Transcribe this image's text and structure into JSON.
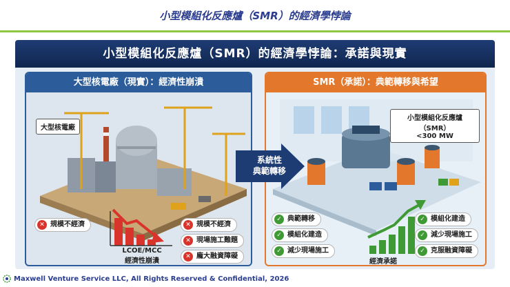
{
  "page_title": "小型模組化反應爐（SMR）的經濟學悖論",
  "banner_title": "小型模組化反應爐（SMR）的經濟學悖論：承諾與現實",
  "left": {
    "header": "大型核電廠（現實）：經濟性崩潰",
    "plant_label": "大型核電廠",
    "chip": "規模不經濟",
    "issues": [
      "規模不經濟",
      "現場施工難題",
      "龐大融資障礙"
    ],
    "chart_caption_1": "LCOE/MCC",
    "chart_caption_2": "經濟性崩潰"
  },
  "shift": {
    "line1": "系統性",
    "line2": "典範轉移"
  },
  "right": {
    "header": "SMR（承諾）：典範轉移與希望",
    "callout_1": "小型模組化反應爐（SMR）",
    "callout_2": "<300 MW",
    "left_points": [
      "典範轉移",
      "模組化建造",
      "減少現場施工"
    ],
    "right_points": [
      "模組化建造",
      "減少現場施工",
      "克服融資障礙"
    ],
    "chart_caption": "經濟承諾"
  },
  "footer": "Maxwell Venture Service LLC, All Rights Reserved & Confidential, 2026",
  "colors": {
    "navy": "#1e3c74",
    "blue": "#2c5d9a",
    "orange": "#e3772b",
    "green": "#3f9a35",
    "red": "#d9342b",
    "lime": "#8cc83f"
  }
}
